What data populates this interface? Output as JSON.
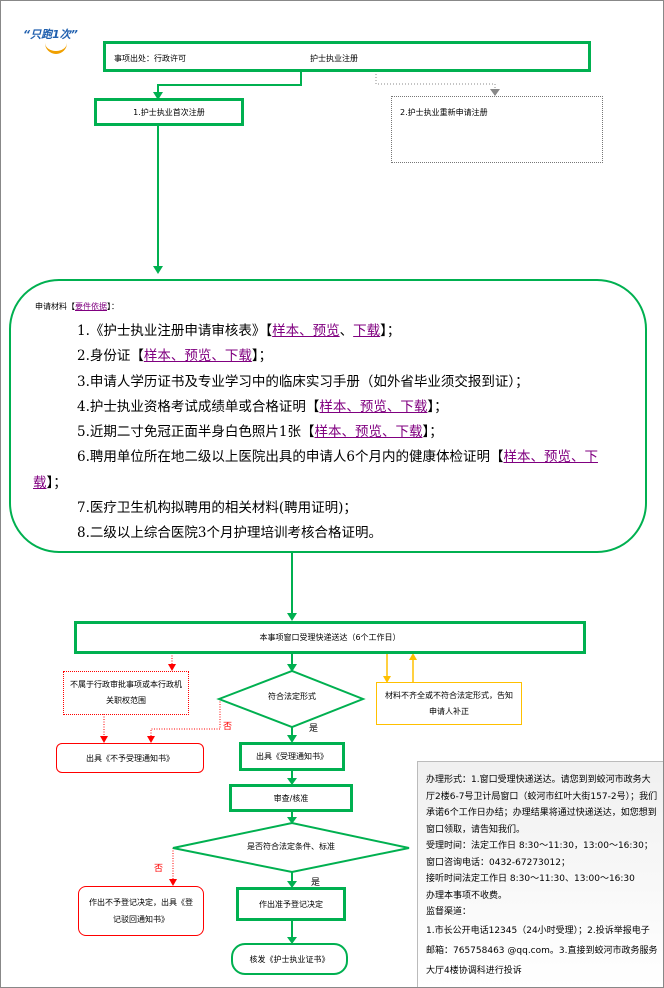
{
  "logo": {
    "text": "“只跑1次”"
  },
  "top": {
    "source_label": "事项出处：行政许可",
    "item_name": "护士执业注册"
  },
  "branch1": "1.护士执业首次注册",
  "branch2": "2.护士执业重新申请注册",
  "materials": {
    "header": "申请材料【",
    "header_link": "要件依据",
    "header_end": "】：",
    "items": [
      {
        "text": "1.《护士执业注册申请审核表》【",
        "link": "样本、预览",
        "link2": "下载",
        "end": "】；"
      },
      {
        "text": "2.身份证【",
        "link": "样本、预览、下载",
        "end": "】；"
      },
      {
        "text": "3.申请人学历证书及专业学习中的临床实习手册（如外省毕业须交报到证）；"
      },
      {
        "text": "4.护士执业资格考试成绩单或合格证明【",
        "link": "样本、预览、下载",
        "end": "】；"
      },
      {
        "text": "5.近期二寸免冠正面半身白色照片1张【",
        "link": "样本、预览、下载",
        "end": "】；"
      },
      {
        "text": "6.聘用单位所在地二级以上医院出具的申请人6个月内的健康体检证明【",
        "link": "样本、预览、下载",
        "end": "】；"
      },
      {
        "text": "7.医疗卫生机构拟聘用的相关材料(聘用证明)；"
      },
      {
        "text": "8.二级以上综合医院3个月护理培训考核合格证明。"
      }
    ]
  },
  "flow": {
    "accept": "本事项窗口受理快递送达（6个工作日）",
    "out_of_scope": "不属于行政审批事项或本行政机关职权范围",
    "check_form": "符合法定形式",
    "incomplete": "材料不齐全或不符合法定形式，告知申请人补正",
    "no": "否",
    "yes": "是",
    "reject_notice": "出具《不予受理通知书》",
    "accept_notice": "出具《受理通知书》",
    "review": "审查/核准",
    "check_conditions": "是否符合法定条件、标准",
    "deny_decision": "作出不予登记决定，出具《登记驳回通知书》",
    "approve_decision": "作出准予登记决定",
    "issue": "核发《护士执业证书》"
  },
  "info": {
    "lines": [
      "办理形式：1.窗口受理快递送达。请您到到蛟河市政务大厅2楼6-7号卫计局窗口（蛟河市红叶大街157-2号）；我们承诺6个工作日办结；办理结果将通过快递送达，如您想到窗口领取，请告知我们。",
      "受理时间：法定工作日 8:30～11:30，13:00～16:30；",
      "窗口咨询电话：0432-67273012；",
      "接听时间法定工作日 8:30～11:30、13:00～16:30",
      "办理本事项不收费。",
      "监督渠道：",
      "1.市长公开电话12345（24小时受理）；2.投诉举报电子邮箱：765758463 @qq.com。3.直接到蛟河市政务服务大厅4楼协调科进行投诉"
    ]
  },
  "colors": {
    "green": "#00b050",
    "red": "#ff0000",
    "orange": "#ffc000",
    "link": "#800080"
  }
}
